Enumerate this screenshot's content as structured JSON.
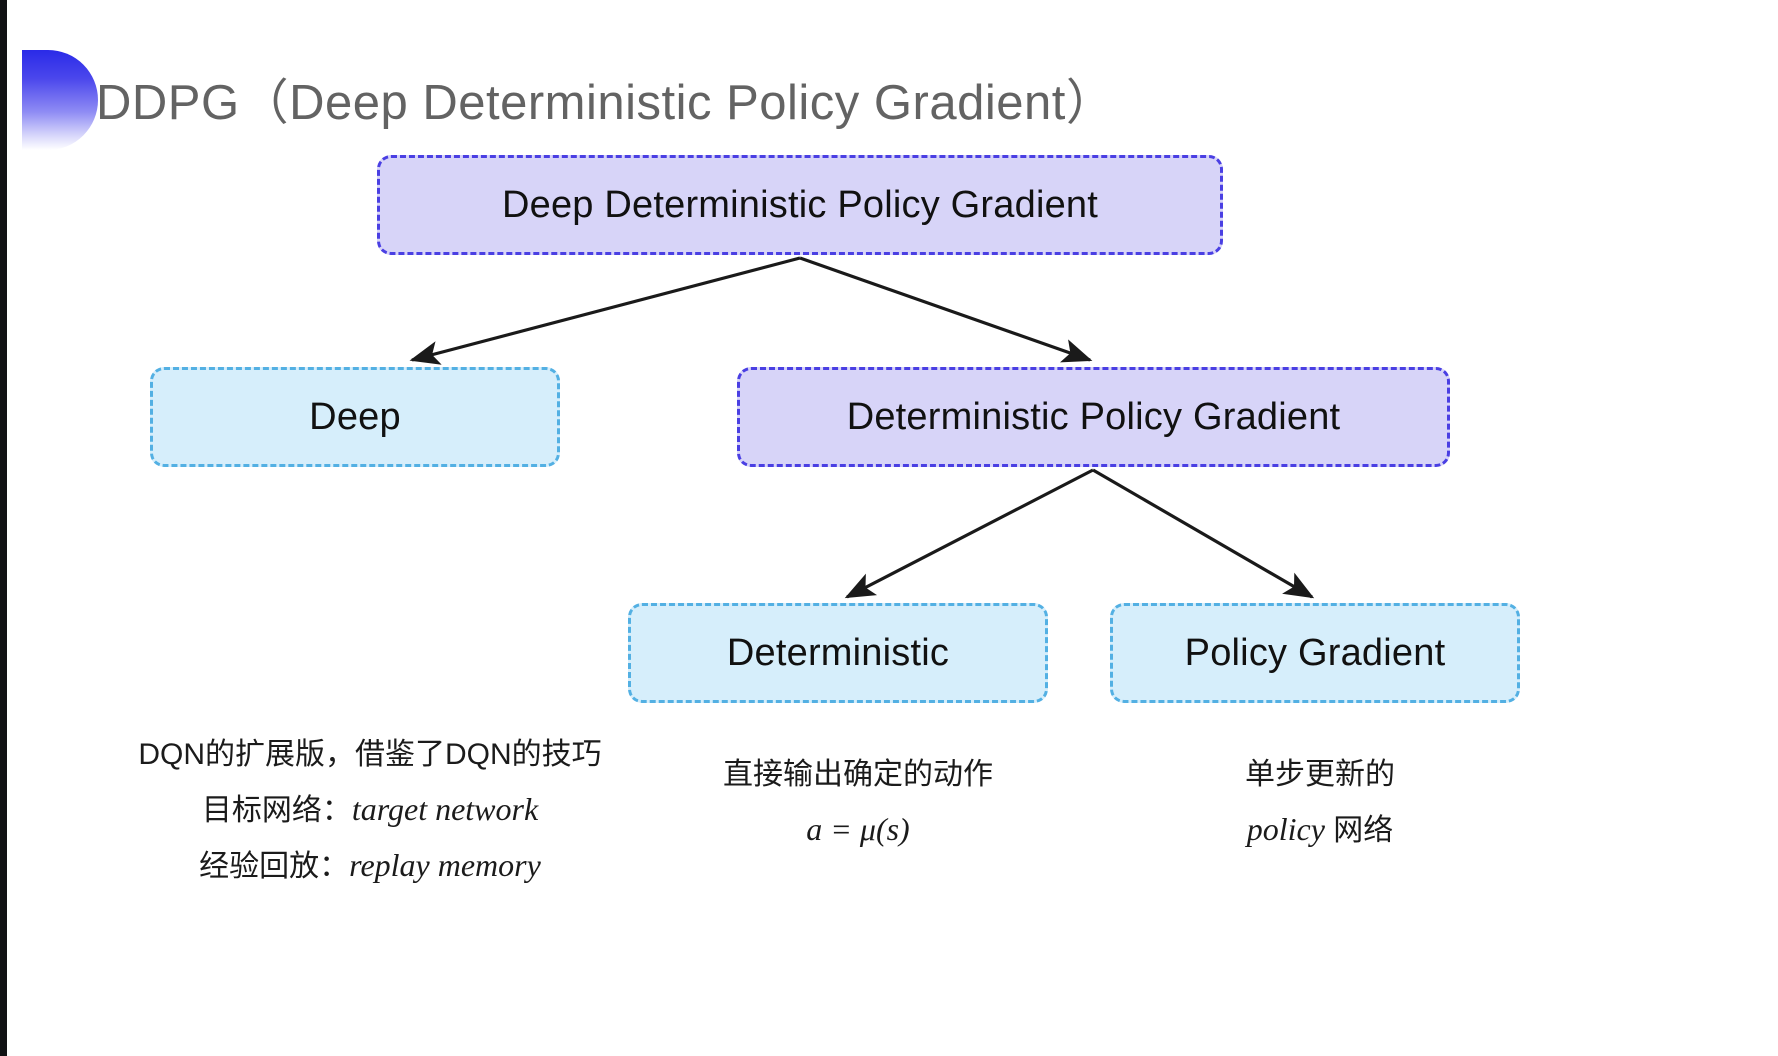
{
  "slide": {
    "title": "DDPG（Deep Deterministic Policy Gradient）",
    "bullet_icon": "half-circle-gradient-icon",
    "background_color": "#ffffff",
    "title_color": "#636363",
    "accent_color": "#2a2ae8"
  },
  "palette": {
    "purple_fill": "#d7d4f8",
    "purple_border": "#4a3fe3",
    "cyan_fill": "#d6eefb",
    "cyan_border": "#53b0e3",
    "arrow_color": "#1a1a1a"
  },
  "nodes": {
    "root": {
      "label": "Deep Deterministic Policy Gradient",
      "style": "purple"
    },
    "deep": {
      "label": "Deep",
      "style": "cyan"
    },
    "dpg": {
      "label": "Deterministic Policy Gradient",
      "style": "purple"
    },
    "deterministic": {
      "label": "Deterministic",
      "style": "cyan"
    },
    "policy_gradient": {
      "label": "Policy Gradient",
      "style": "cyan"
    }
  },
  "notes": {
    "deep": {
      "line1": "DQN的扩展版，借鉴了DQN的技巧",
      "line2_label": "目标网络：",
      "line2_term": "target network",
      "line3_label": "经验回放：",
      "line3_term": "replay memory"
    },
    "deterministic": {
      "line1": "直接输出确定的动作",
      "line2_formula": "a = μ(s)"
    },
    "policy_gradient": {
      "line1": "单步更新的",
      "line2_term": "policy",
      "line2_suffix": " 网络"
    }
  },
  "edges": [
    {
      "from": "root",
      "to": "deep"
    },
    {
      "from": "root",
      "to": "dpg"
    },
    {
      "from": "dpg",
      "to": "deterministic"
    },
    {
      "from": "dpg",
      "to": "policy_gradient"
    }
  ]
}
